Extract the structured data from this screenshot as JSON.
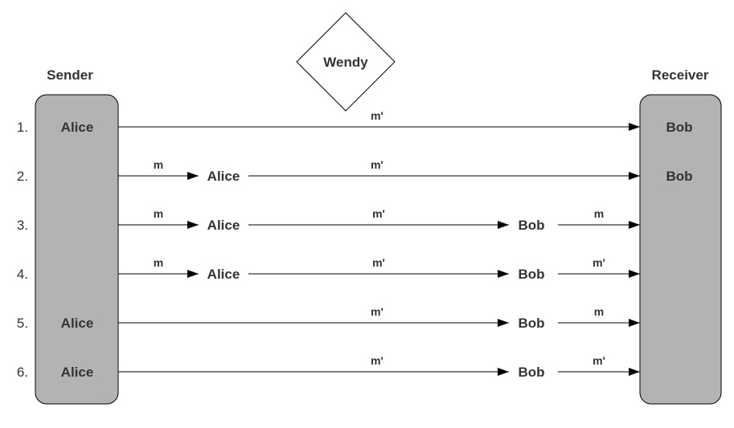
{
  "headers": {
    "sender": "Sender",
    "receiver": "Receiver",
    "warden": "Wendy"
  },
  "rows": [
    {
      "number": "1.",
      "left": "Alice",
      "right": "Bob",
      "segments": [
        {
          "label": "m'"
        }
      ]
    },
    {
      "number": "2.",
      "left": "",
      "right": "Bob",
      "segments": [
        {
          "label": "m"
        },
        {
          "node": "Alice"
        },
        {
          "label": "m'"
        }
      ]
    },
    {
      "number": "3.",
      "left": "",
      "right": "",
      "segments": [
        {
          "label": "m"
        },
        {
          "node": "Alice"
        },
        {
          "label": "m'"
        },
        {
          "node": "Bob"
        },
        {
          "label": "m"
        }
      ]
    },
    {
      "number": "4.",
      "left": "",
      "right": "",
      "segments": [
        {
          "label": "m"
        },
        {
          "node": "Alice"
        },
        {
          "label": "m'"
        },
        {
          "node": "Bob"
        },
        {
          "label": "m'"
        }
      ]
    },
    {
      "number": "5.",
      "left": "Alice",
      "right": "",
      "segments": [
        {
          "label": "m'"
        },
        {
          "node": "Bob"
        },
        {
          "label": "m"
        }
      ]
    },
    {
      "number": "6.",
      "left": "Alice",
      "right": "",
      "segments": [
        {
          "label": "m'"
        },
        {
          "node": "Bob"
        },
        {
          "label": "m'"
        }
      ]
    }
  ],
  "colors": {
    "box_fill": "#b3b3b3",
    "line": "#000000",
    "text": "#333333"
  }
}
